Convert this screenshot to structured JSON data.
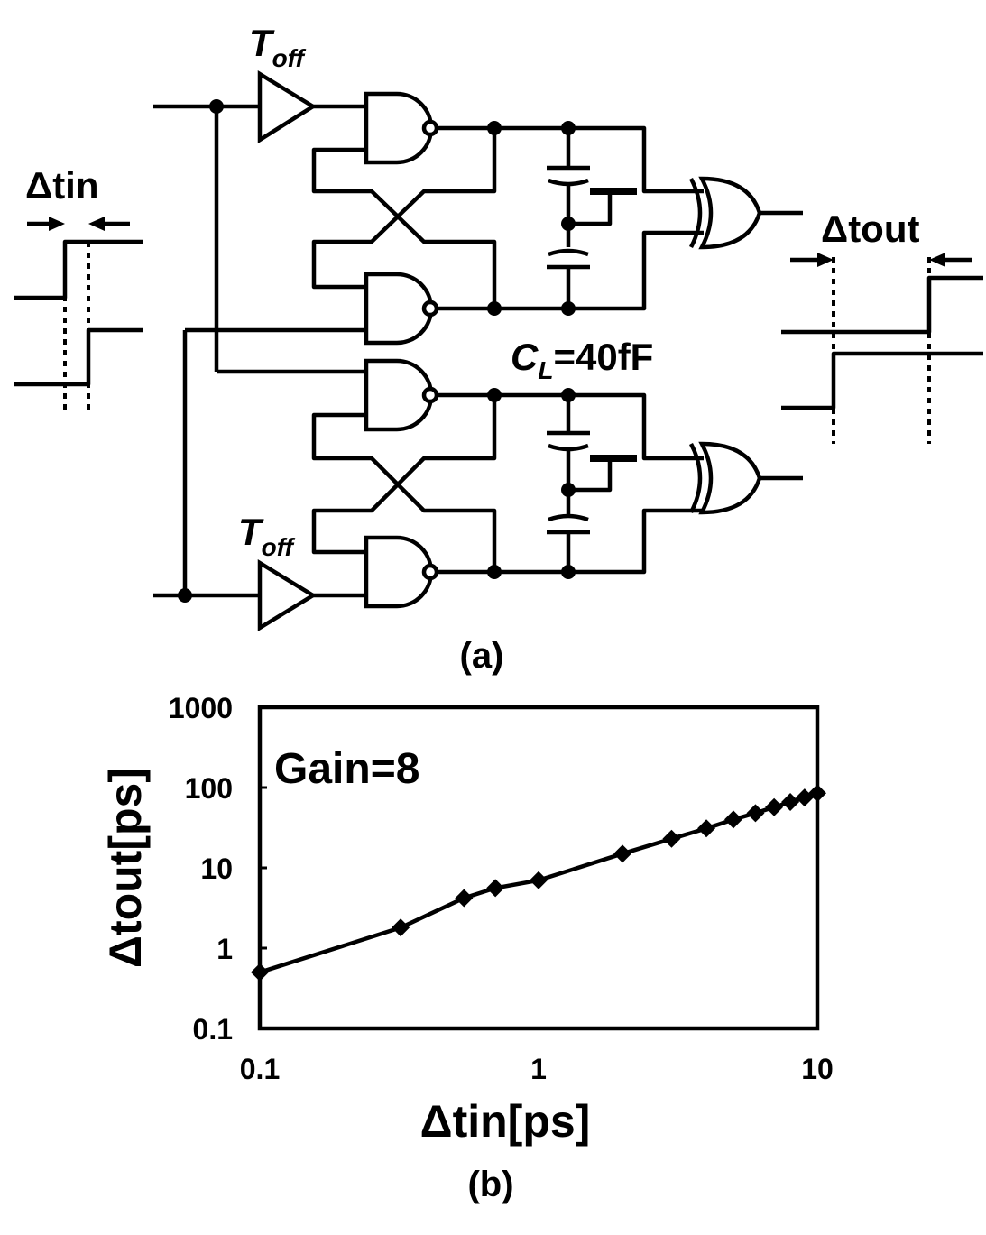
{
  "circuit": {
    "delta_tin_label": "Δtin",
    "delta_tout_label": "Δtout",
    "buffer_label_T": "T",
    "buffer_label_sub": "off",
    "capacitance_label_C": "C",
    "capacitance_label_sub": "L",
    "capacitance_label_value": "=40fF",
    "caption": "(a)"
  },
  "chart_data": {
    "type": "line",
    "title": "",
    "annotation": "Gain=8",
    "xlabel": "Δtin[ps]",
    "ylabel": "Δtout[ps]",
    "xscale": "log",
    "yscale": "log",
    "xlim": [
      0.1,
      10
    ],
    "ylim": [
      0.1,
      1000
    ],
    "xticks": [
      "0.1",
      "1",
      "10"
    ],
    "yticks": [
      "0.1",
      "1",
      "10",
      "100",
      "1000"
    ],
    "grid": false,
    "marker": "diamond",
    "series": [
      {
        "x": [
          0.1,
          0.32,
          0.54,
          0.7,
          1.0,
          2.0,
          3.0,
          4.0,
          5.0,
          6.0,
          7.0,
          8.0,
          9.0,
          10.0
        ],
        "y": [
          0.5,
          1.8,
          4.2,
          5.6,
          7.0,
          15.0,
          23.0,
          31.0,
          40.0,
          48.0,
          57.0,
          66.0,
          75.0,
          85.0
        ]
      }
    ],
    "caption": "(b)"
  }
}
